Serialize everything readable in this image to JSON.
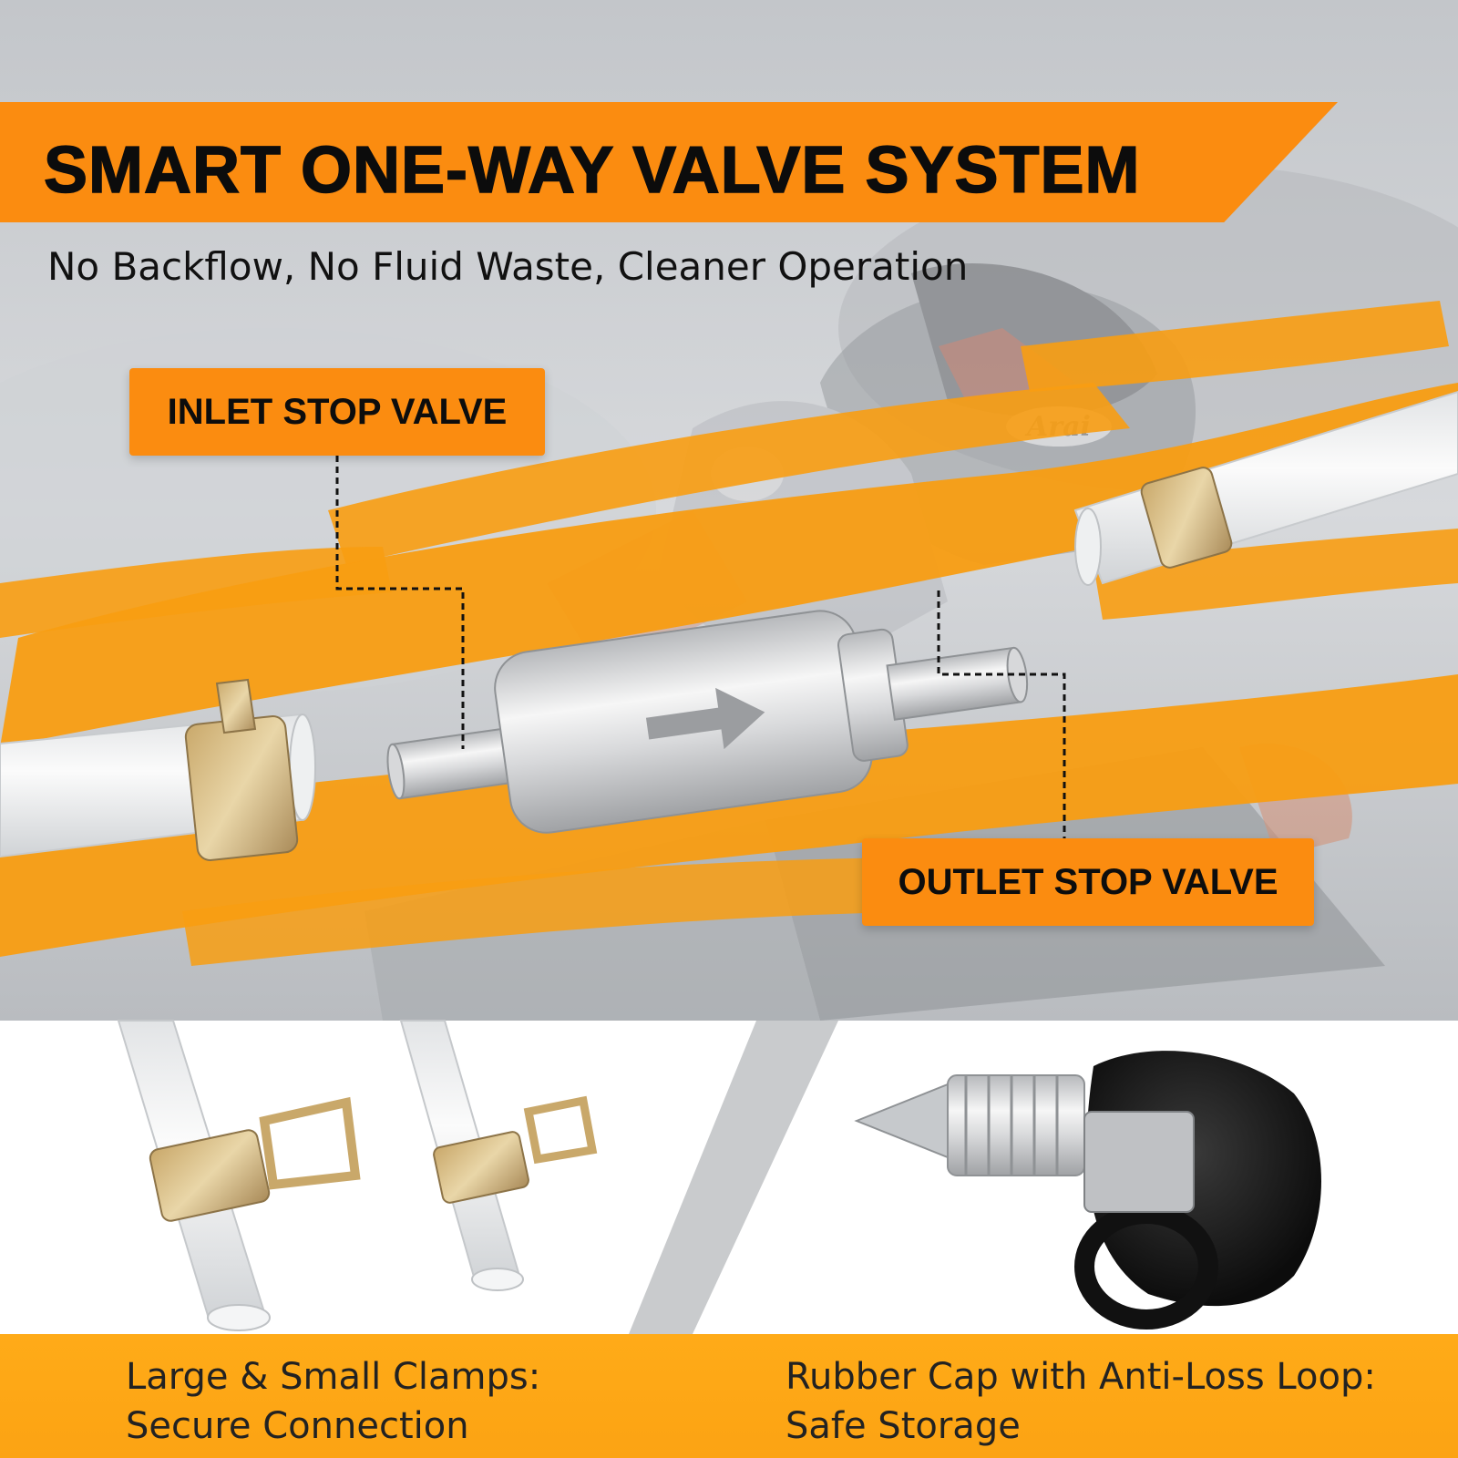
{
  "header": {
    "title": "SMART ONE-WAY VALVE SYSTEM",
    "subtitle": "No Backflow, No Fluid Waste, Cleaner Operation"
  },
  "callouts": {
    "inlet": "INLET STOP VALVE",
    "outlet": "OUTLET STOP VALVE"
  },
  "features": [
    {
      "line1": "Large & Small Clamps:",
      "line2": "Secure Connection"
    },
    {
      "line1": "Rubber Cap with Anti-Loss Loop:",
      "line2": "Safe Storage"
    }
  ],
  "photo": {
    "helmet_logo": "Arai"
  },
  "colors": {
    "accent_orange": "#fb8c10",
    "band_yellow": "#fca313",
    "text_dark": "#0c0c0c"
  }
}
